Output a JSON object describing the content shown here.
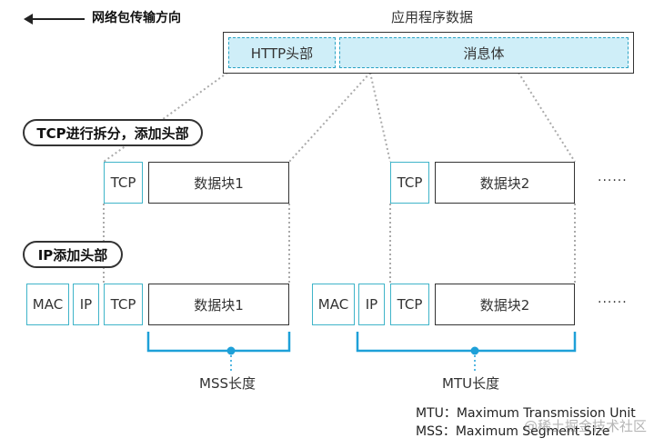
{
  "direction_label": "网络包传输方向",
  "app_data_title": "应用程序数据",
  "http_header": "HTTP头部",
  "message_body": "消息体",
  "tcp_split_label": "TCP进行拆分，添加头部",
  "ip_add_label": "IP添加头部",
  "tcp": "TCP",
  "ip": "IP",
  "mac": "MAC",
  "block1": "数据块1",
  "block2": "数据块2",
  "ellipsis": "······",
  "mss_length": "MSS长度",
  "mtu_length": "MTU长度",
  "legend_mtu": "MTU：Maximum Transmission Unit",
  "legend_mss": "MSS：Maximum Segment Size",
  "watermark": "@稀土掘金技术社区",
  "colors": {
    "teal": "#3fb4c9",
    "light_blue": "#cfeef8",
    "bracket": "#1ea0d8",
    "dark": "#333333"
  }
}
